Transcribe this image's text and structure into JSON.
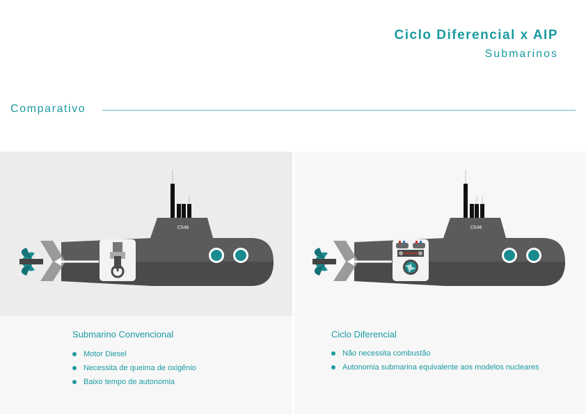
{
  "header": {
    "title": "Ciclo Diferencial x AIP",
    "subtitle": "Submarinos"
  },
  "section": {
    "label": "Comparativo"
  },
  "panels": [
    {
      "hull_label": "C546",
      "engine_icon": "piston-engine-icon",
      "heading": "Submarino Convencional",
      "items": [
        "Motor Diesel",
        "Necessita de queima de oxigênio",
        "Baixo tempo de autonomia"
      ]
    },
    {
      "hull_label": "C546",
      "engine_icon": "differential-cycle-engine-icon",
      "heading": "Ciclo Diferencial",
      "items": [
        "Não necessita combustão",
        "Autonomia submarina equivalente aos modelos nucleares"
      ]
    }
  ],
  "colors": {
    "accent": "#1a9aa0",
    "hull": "#5b5b5b",
    "hull_dark": "#4a4a4a"
  }
}
